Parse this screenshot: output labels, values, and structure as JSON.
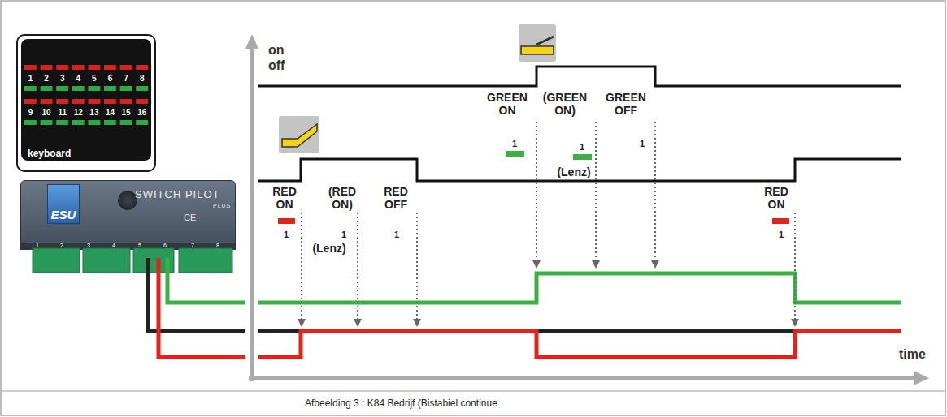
{
  "diagram": {
    "caption": "Afbeelding 3 : K84 Bedrijf (Bistabiel continue",
    "nodes": [
      {
        "text": [
          "keyboard"
        ]
      },
      {
        "text": [
          "SWITCH PILOT",
          "PLUS"
        ]
      },
      {
        "text": [
          "ESU"
        ],
        "in": 1
      }
    ],
    "labels": [
      "on",
      "off",
      "time",
      "RED ON",
      "1",
      "(RED ON)",
      "1",
      "(Lenz)",
      "RED OFF",
      "1",
      "GREEN ON",
      "1",
      "(GREEN ON)",
      "1",
      "(Lenz)",
      "GREEN OFF",
      "1",
      "RED ON",
      "1",
      "1",
      "2",
      "3",
      "4",
      "5",
      "6",
      "7",
      "8",
      "9",
      "10",
      "11",
      "12",
      "13",
      "14",
      "15",
      "16",
      "1",
      "2",
      "3",
      "4",
      "5",
      "6",
      "7",
      "8",
      "CE"
    ]
  }
}
